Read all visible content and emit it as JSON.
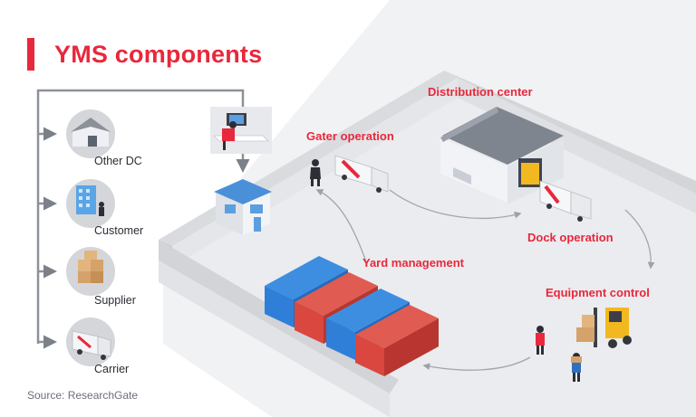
{
  "title": "YMS components",
  "labels": {
    "distribution_center": "Distribution center",
    "gater_operation": "Gater operation",
    "dock_operation": "Dock operation",
    "yard_management": "Yard management",
    "equipment_control": "Equipment control"
  },
  "sources": {
    "other_dc": "Other DC",
    "customer": "Customer",
    "supplier": "Supplier",
    "carrier": "Carrier"
  },
  "source_note": "Source: ResearchGate",
  "colors": {
    "accent": "#e8283c",
    "container_blue": "#2f7fd8",
    "container_red": "#d9473f",
    "wall": "#dcdde0",
    "ground": "#eeeff1",
    "circle": "#d4d6da",
    "forklift": "#f2b81f"
  },
  "icons": [
    "warehouse-icon",
    "office-building-icon",
    "boxes-icon",
    "truck-icon",
    "gatehouse-icon",
    "operator-desk-icon",
    "forklift-icon",
    "shipping-container-icon"
  ]
}
